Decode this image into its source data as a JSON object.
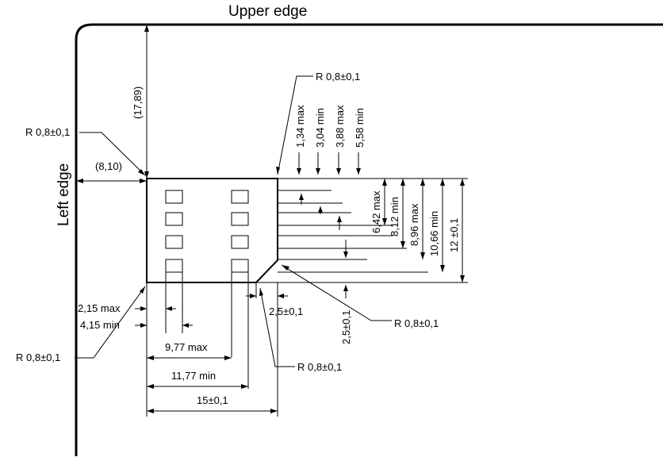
{
  "edges": {
    "upper": "Upper edge",
    "left": "Left edge"
  },
  "labels": {
    "offset_top": "(17,89)",
    "offset_left": "(8,10)",
    "radius_top_left": "R 0,8±0,1",
    "radius_top_right": "R 0,8±0,1",
    "radius_bottom_left": "R 0,8±0,1",
    "radius_bottom_mid": "R 0,8±0,1",
    "radius_bottom_right": "R 0,8±0,1",
    "h_1_34": "1,34 max",
    "h_3_04": "3,04 min",
    "h_3_88": "3,88 max",
    "h_5_58": "5,58 min",
    "v_6_42": "6,42 max",
    "v_8_12": "8,12 min",
    "v_8_96": "8,96 max",
    "v_10_66": "10,66 min",
    "v_12": "12 ±0,1",
    "v_2_5": "2,5±0,1",
    "w_2_15": "2,15 max",
    "w_4_15": "4,15 min",
    "w_9_77": "9,77 max",
    "w_11_77": "11,77 min",
    "w_15": "15±0,1",
    "w_2_5": "2,5±0,1"
  },
  "contacts": {
    "left_column_count": 4,
    "right_column_count": 4
  }
}
